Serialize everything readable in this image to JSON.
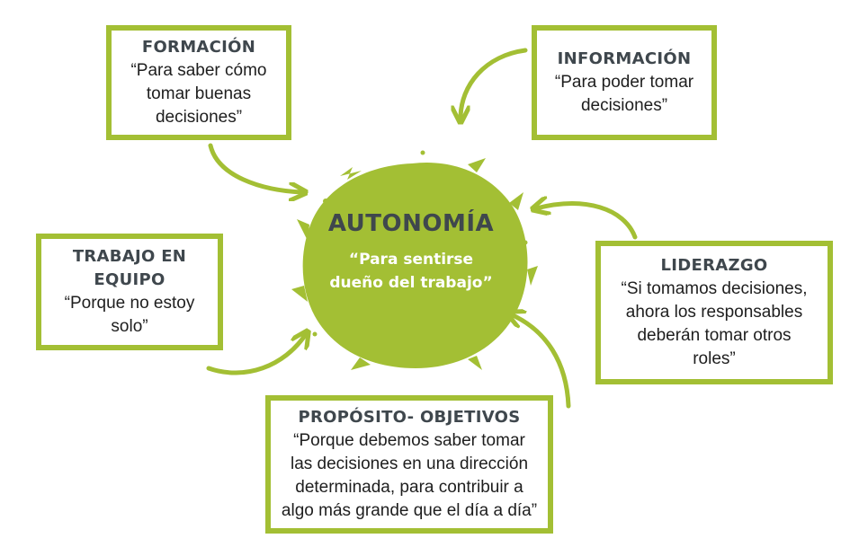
{
  "colors": {
    "accent": "#a3bf34",
    "title_text": "#3f474d",
    "body_text": "#1e1e1e",
    "center_subtitle": "#ffffff"
  },
  "center": {
    "title": "AUTONOMÍA",
    "subtitle_line1": "“Para sentirse",
    "subtitle_line2": "dueño del trabajo”"
  },
  "boxes": {
    "formacion": {
      "title": "FORMACIÓN",
      "lines": [
        "“Para saber cómo",
        "tomar buenas",
        "decisiones”"
      ]
    },
    "informacion": {
      "title": "INFORMACIÓN",
      "lines": [
        "“Para poder tomar",
        "decisiones”"
      ]
    },
    "trabajo_en_equipo": {
      "title_lines": [
        "TRABAJO EN",
        "EQUIPO"
      ],
      "lines": [
        "“Porque no estoy",
        "solo”"
      ]
    },
    "liderazgo": {
      "title": "LIDERAZGO",
      "lines": [
        "“Si tomamos decisiones,",
        "ahora los responsables",
        "deberán tomar otros",
        "roles”"
      ]
    },
    "proposito_objetivos": {
      "title": "PROPÓSITO-  OBJETIVOS",
      "lines": [
        "“Porque debemos saber tomar",
        "las decisiones en una dirección",
        "determinada, para contribuir a",
        "algo más grande que el día a día”"
      ]
    }
  }
}
